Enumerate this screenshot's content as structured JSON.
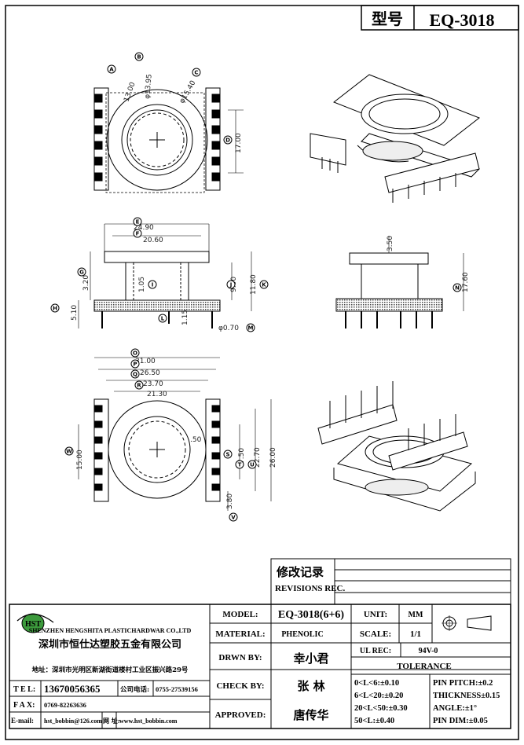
{
  "header": {
    "model_label": "型号",
    "model_value": "EQ-3018"
  },
  "dims": {
    "d1": "13.00",
    "d2": "φ13.95",
    "d3": "φ15.40",
    "d4": "17.00",
    "d5": "24.90",
    "d6": "20.60",
    "d7": "3.20",
    "d8": "1.05",
    "d9": "9.00",
    "d10": "11.80",
    "d11": "5.10",
    "d12": "1.15",
    "d13": "φ0.70",
    "d14": "3.50",
    "d15": "17.60",
    "d16": "31.00",
    "d17": "26.50",
    "d18": "23.70",
    "d19": "21.30",
    "d20": "15.00",
    "d21": ".50",
    "d22": "7.50",
    "d23": "22.70",
    "d24": "26.00",
    "d25": "3.80"
  },
  "callouts": [
    "A",
    "B",
    "C",
    "D",
    "E",
    "F",
    "G",
    "H",
    "I",
    "J",
    "K",
    "L",
    "M",
    "N",
    "O",
    "P",
    "Q",
    "R",
    "S",
    "T",
    "U",
    "V",
    "W"
  ],
  "revision": {
    "title_cn": "修改记录",
    "title_en": "REVISIONS REC."
  },
  "company": {
    "logo": "HST",
    "name_en": "SHENZHEN HENGSHITA PLASTICHARDWAR CO.,LTD",
    "name_cn": "深圳市恒仕达塑胶五金有限公司",
    "address": "地址：深圳市光明区新湖街道楼村工业区振兴路29号",
    "tel_label": "T E L:",
    "tel": "13670056365",
    "company_tel_label": "公司电话:",
    "company_tel": "0755-27539156",
    "fax_label": "F A X:",
    "fax": "0769-82263636",
    "email_label": "E-mail:",
    "email": "hst_bobbin@126.com",
    "web_label": "网 址:",
    "web": "www.hst_bobbin.com"
  },
  "spec": {
    "model_label": "MODEL:",
    "model": "EQ-3018(6+6)",
    "material_label": "MATERIAL:",
    "material": "PHENOLIC",
    "drawn_label": "DRWN BY:",
    "drawn": "幸小君",
    "check_label": "CHECK BY:",
    "check": "张  林",
    "approved_label": "APPROVED:",
    "approved": "唐传华",
    "unit_label": "UNIT:",
    "unit": "MM",
    "scale_label": "SCALE:",
    "scale": "1/1",
    "ul_label": "UL REC:",
    "ul": "94V-0",
    "tolerance_label": "TOLERANCE",
    "tol1": "0<L<6:±0.10",
    "tol2": "6<L<20:±0.20",
    "tol3": "20<L<50:±0.30",
    "tol4": "50<L:±0.40",
    "pitch": "PIN PITCH:±0.2",
    "thickness": "THICKNESS±0.15",
    "angle": "ANGLE:±1°",
    "pindim": "PIN DIM:±0.05"
  }
}
